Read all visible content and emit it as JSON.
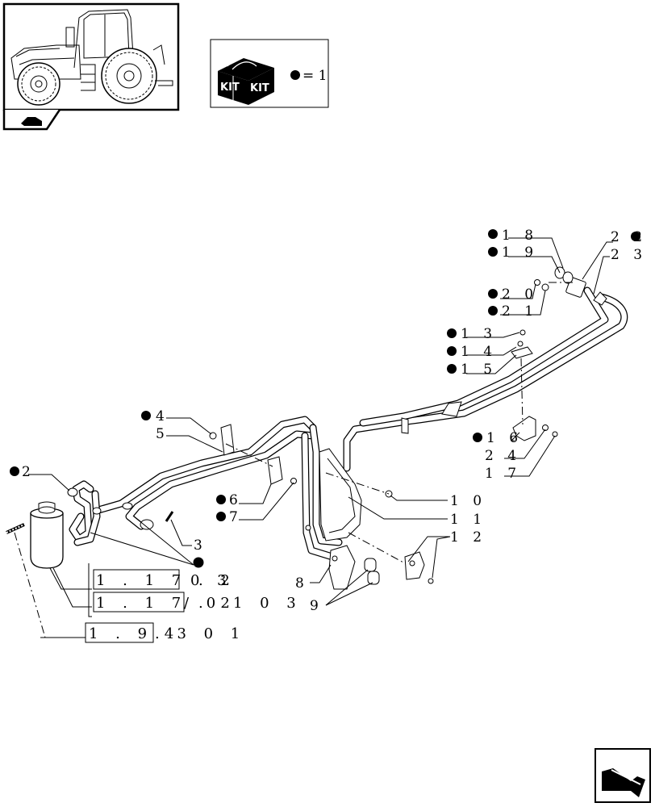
{
  "kit_legend": {
    "kit_text_left": "KIT",
    "kit_text_right": "KIT",
    "equals_value": "= 1"
  },
  "callouts": [
    {
      "id": "18",
      "text": "1 8",
      "kit": true
    },
    {
      "id": "19",
      "text": "1 9",
      "kit": true
    },
    {
      "id": "22",
      "text": "2 2",
      "kit": true
    },
    {
      "id": "23",
      "text": "2 3",
      "kit": false
    },
    {
      "id": "20",
      "text": "2 0",
      "kit": true
    },
    {
      "id": "21",
      "text": "2 1",
      "kit": true
    },
    {
      "id": "13",
      "text": "1 3",
      "kit": true
    },
    {
      "id": "14",
      "text": "1 4",
      "kit": true
    },
    {
      "id": "15",
      "text": "1 5",
      "kit": true
    },
    {
      "id": "16",
      "text": "1 6",
      "kit": true
    },
    {
      "id": "24",
      "text": "2 4",
      "kit": false
    },
    {
      "id": "17",
      "text": "1 7",
      "kit": false
    },
    {
      "id": "4",
      "text": "4",
      "kit": true
    },
    {
      "id": "5",
      "text": "5",
      "kit": false
    },
    {
      "id": "2",
      "text": "2",
      "kit": true
    },
    {
      "id": "6",
      "text": "6",
      "kit": true
    },
    {
      "id": "7",
      "text": "7",
      "kit": true
    },
    {
      "id": "3",
      "text": "3",
      "kit": false
    },
    {
      "id": "10",
      "text": "1 0",
      "kit": false
    },
    {
      "id": "11",
      "text": "1 1",
      "kit": false
    },
    {
      "id": "12",
      "text": "1 2",
      "kit": false
    },
    {
      "id": "8",
      "text": "8",
      "kit": false
    },
    {
      "id": "9",
      "text": "9",
      "kit": false
    },
    {
      "id": "1",
      "text": "",
      "kit": true
    }
  ],
  "references": [
    {
      "boxed": "1 . 1 7 . 2",
      "rest": "0 3"
    },
    {
      "boxed": "1 . 1 7 . 2",
      "rest": "/ 0 1   0 3"
    },
    {
      "boxed": "1 . 9 4",
      "rest": ". 3   0 1"
    }
  ],
  "icons": {
    "thumbnail": "tractor-icon",
    "section": "section-tab-icon",
    "kit": "kit-box-icon",
    "next": "next-page-arrow-icon"
  }
}
